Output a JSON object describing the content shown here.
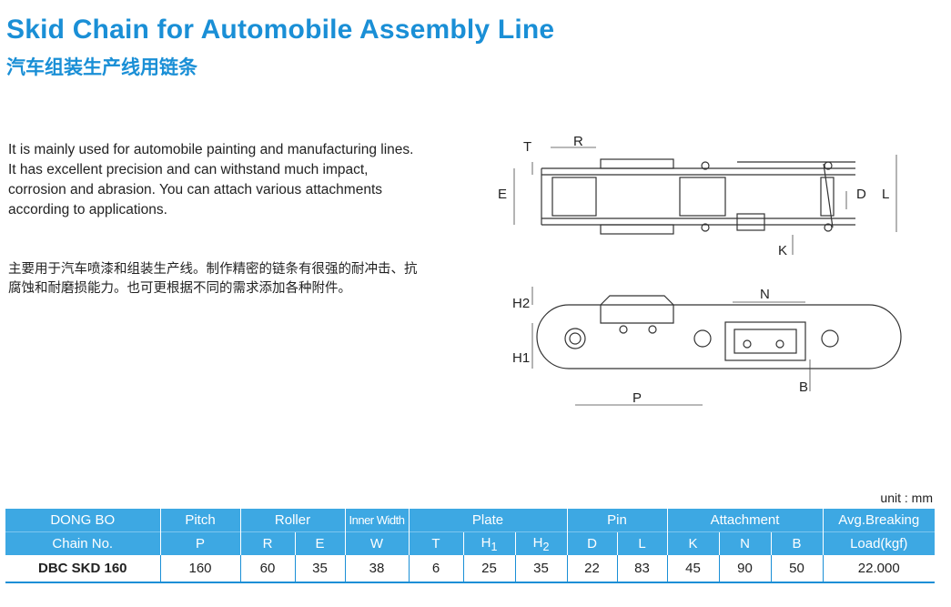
{
  "header": {
    "title_en": "Skid Chain for Automobile Assembly Line",
    "title_cn": "汽车组装生产线用链条"
  },
  "description": {
    "en_paragraph_1": "It is mainly used for automobile painting and manufacturing lines.",
    "en_paragraph_2": "It has excellent precision and can withstand much impact, corrosion and abrasion. You can attach various attachments according to applications.",
    "cn_paragraph": "主要用于汽车喷漆和组装生产线。制作精密的链条有很强的耐冲击、抗腐蚀和耐磨损能力。也可更根据不同的需求添加各种附件。"
  },
  "drawing": {
    "labels": {
      "T": "T",
      "R": "R",
      "E": "E",
      "D": "D",
      "L": "L",
      "K": "K",
      "H2": "H2",
      "N": "N",
      "H1": "H1",
      "B": "B",
      "P": "P"
    },
    "colors": {
      "line": "#333333",
      "dim": "#444444"
    }
  },
  "unit_note": "unit : mm",
  "table": {
    "header_row1": {
      "brand": "DONG BO",
      "pitch": "Pitch",
      "roller": "Roller",
      "inner_width": "Inner Width",
      "plate": "Plate",
      "pin": "Pin",
      "attachment": "Attachment",
      "breaking": "Avg.Breaking"
    },
    "header_row2": {
      "chain_no": "Chain No.",
      "p": "P",
      "r": "R",
      "e": "E",
      "w": "W",
      "t": "T",
      "h1_base": "H",
      "h1_sub": "1",
      "h2_base": "H",
      "h2_sub": "2",
      "d": "D",
      "l": "L",
      "k": "K",
      "n": "N",
      "b": "B",
      "load": "Load(kgf)"
    },
    "row": {
      "chain_no": "DBC SKD 160",
      "p": "160",
      "r": "60",
      "e": "35",
      "w": "38",
      "t": "6",
      "h1": "25",
      "h2": "35",
      "d": "22",
      "l": "83",
      "k": "45",
      "n": "90",
      "b": "50",
      "load": "22.000"
    }
  },
  "colors": {
    "accent": "#1a8fd6",
    "header_bg": "#3da8e3"
  }
}
